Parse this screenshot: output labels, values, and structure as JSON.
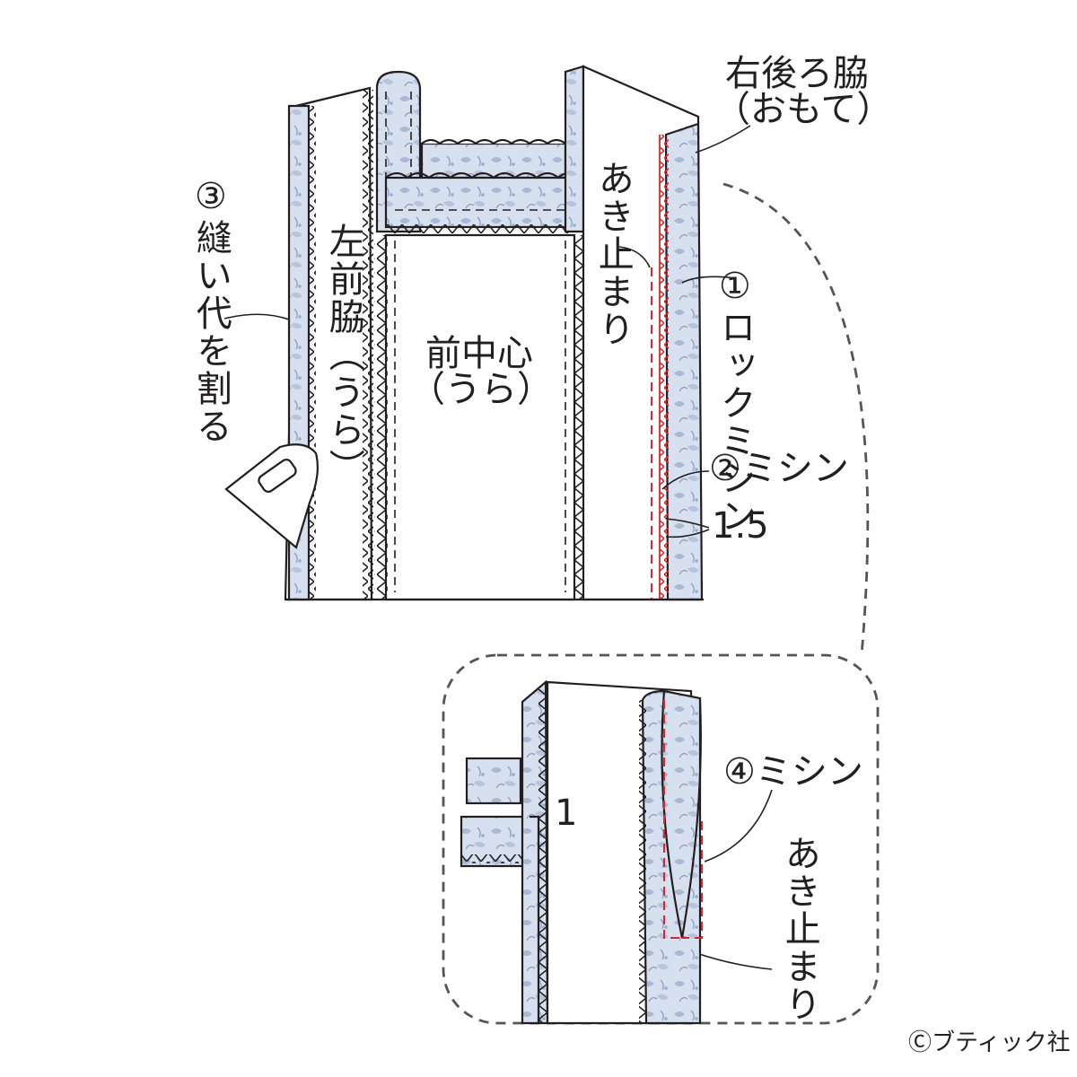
{
  "labels": {
    "right_back_side": "右後ろ脇",
    "right_back_side_face": "（おもて）",
    "step3": "③縫い代を割る",
    "left_front_side": "左前脇（うら）",
    "center_front": "前中心",
    "center_front_wrong": "（うら）",
    "opening_stop_top": "あき止まり",
    "step1": "①ロックミシン",
    "step2": "②ミシン",
    "measure_1_5": "1.5",
    "measure_1": "1",
    "step4": "④ミシン",
    "opening_stop_bottom": "あき止まり",
    "credit": "Ⓒブティック社"
  },
  "colors": {
    "line": "#231f20",
    "stitch_red": "#d7282f",
    "fabric_blue": "#c9d5e8",
    "fabric_dark": "#8f9fc0"
  },
  "icons": {
    "iron": "iron-icon"
  }
}
